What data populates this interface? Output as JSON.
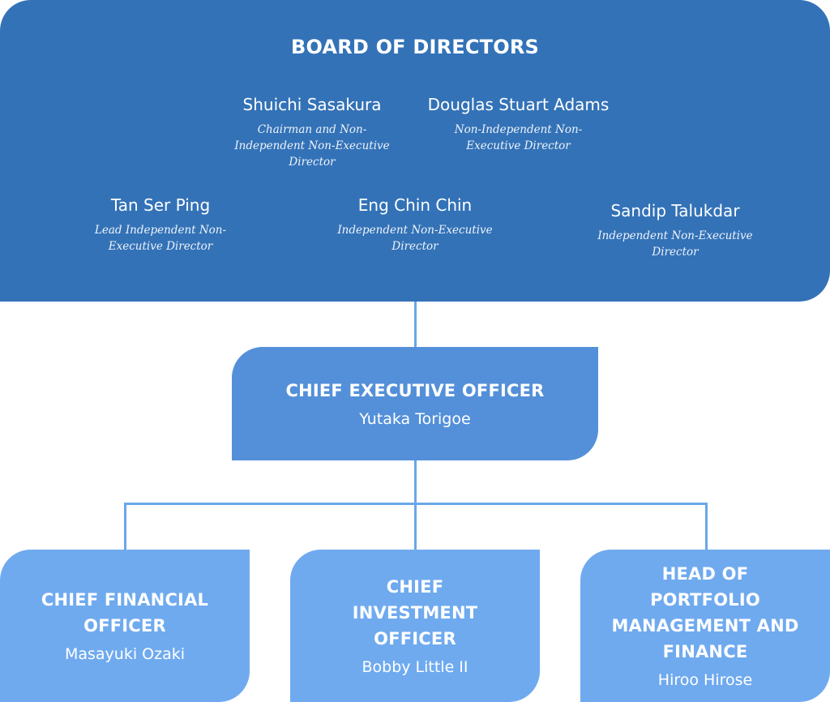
{
  "board": {
    "title": "BOARD OF DIRECTORS",
    "members": [
      {
        "name": "Shuichi Sasakura",
        "role": "Chairman and Non-Independent Non-Executive Director"
      },
      {
        "name": "Douglas Stuart Adams",
        "role": "Non-Independent Non-Executive Director"
      },
      {
        "name": "Tan Ser Ping",
        "role": "Lead Independent Non-Executive Director"
      },
      {
        "name": "Eng Chin Chin",
        "role": "Independent Non-Executive Director"
      },
      {
        "name": "Sandip Talukdar",
        "role": "Independent Non-Executive Director"
      }
    ]
  },
  "ceo": {
    "title": "CHIEF EXECUTIVE OFFICER",
    "name": "Yutaka Torigoe"
  },
  "executives": [
    {
      "title": "CHIEF FINANCIAL OFFICER",
      "name": "Masayuki Ozaki"
    },
    {
      "title": "CHIEF INVESTMENT OFFICER",
      "name": "Bobby Little II"
    },
    {
      "title": "HEAD OF PORTFOLIO MANAGEMENT AND FINANCE",
      "name": "Hiroo Hirose"
    }
  ],
  "colors": {
    "board": "#3372b7",
    "ceo": "#5490d9",
    "executive": "#6faaef",
    "connector": "#6aa7e6"
  }
}
